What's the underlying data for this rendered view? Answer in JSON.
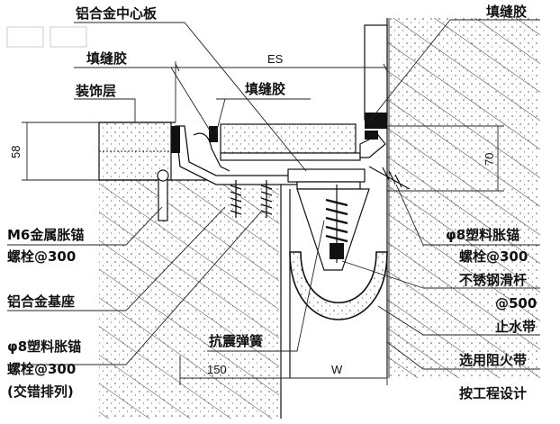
{
  "labels": {
    "center_plate": "铝合金中心板",
    "sealant_top_right": "填缝胶",
    "sealant_left": "填缝胶",
    "finish_layer": "装饰层",
    "sealant_mid": "填缝胶",
    "anchor_m6_line1": "M6金属胀锚",
    "anchor_m6_line2": "螺栓@300",
    "alloy_base": "铝合金基座",
    "anchor_d8_left_line1": "φ8塑料胀锚",
    "anchor_d8_left_line2": "螺栓@300",
    "anchor_d8_left_line3": "(交错排列)",
    "seismic_spring": "抗震弹簧",
    "anchor_d8_right_line1": "φ8塑料胀锚",
    "anchor_d8_right_line2": "螺栓@300",
    "stainless_rod_line1": "不锈钢滑杆",
    "stainless_rod_line2": "@500",
    "waterstop": "止水带",
    "firestop_line1": "选用阻火带",
    "firestop_line2": "按工程设计"
  },
  "dimensions": {
    "es": "ES",
    "h58": "58",
    "h70": "70",
    "w150": "150",
    "w": "W"
  }
}
